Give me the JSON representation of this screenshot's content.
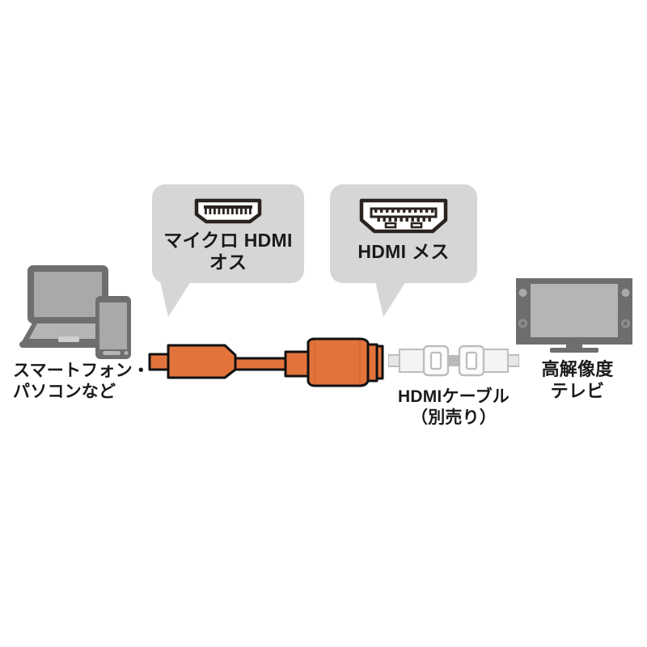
{
  "diagram": {
    "title_alt": "Micro HDMI adapter connection diagram",
    "background_color": "#ffffff"
  },
  "colors": {
    "orange": "#e2743b",
    "orange_dark": "#d96a30",
    "outline": "#1a1a1a",
    "bubble_gray": "#d6d6d6",
    "device_gray_dark": "#6e6e6e",
    "device_gray_mid": "#7d7d7d",
    "device_gray_light": "#a9a9a9",
    "device_gray_lighter": "#b5b5b5",
    "cable_gray": "#c9c9c9",
    "cable_light": "#f2f2f2",
    "text": "#1a1a1a"
  },
  "bubbles": [
    {
      "id": "micro-hdmi-male",
      "icon_name": "micro-hdmi-male-port-icon",
      "label": "マイクロ\nHDMI オス",
      "label_lines": [
        "マイクロ",
        "HDMI オス"
      ]
    },
    {
      "id": "hdmi-female",
      "icon_name": "hdmi-female-port-icon",
      "label": "HDMI メス",
      "label_lines": [
        "HDMI メス"
      ]
    }
  ],
  "captions": {
    "source_device": {
      "text": "スマートフォン・\nパソコンなど",
      "lines": [
        "スマートフォン・",
        "パソコンなど"
      ]
    },
    "hdmi_cable": {
      "text": "HDMIケーブル\n（別売り）",
      "lines": [
        "HDMIケーブル",
        "（別売り）"
      ]
    },
    "tv": {
      "text": "高解像度\nテレビ",
      "lines": [
        "高解像度",
        "テレビ"
      ]
    }
  },
  "devices": {
    "laptop_phone": {
      "name": "laptop-and-smartphone-illustration"
    },
    "adapter": {
      "name": "micro-hdmi-to-hdmi-adapter-illustration",
      "color": "#e2743b"
    },
    "hdmi_cable": {
      "name": "hdmi-cable-illustration"
    },
    "tv": {
      "name": "flat-screen-tv-illustration"
    }
  }
}
